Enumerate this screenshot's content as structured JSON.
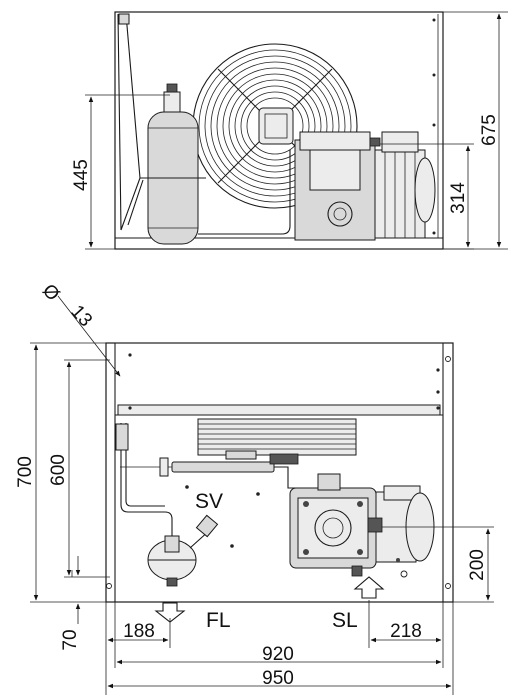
{
  "dimensions": {
    "height_total": "675",
    "height_receiver": "445",
    "height_compressor": "314",
    "diameter_symbol": "Ø",
    "hole_diameter": "13",
    "depth_total": "700",
    "depth_inner": "600",
    "offset_front": "70",
    "offset_fl": "188",
    "offset_sl_height": "200",
    "offset_sl_side": "218",
    "width_inner": "920",
    "width_total": "950"
  },
  "labels": {
    "sv": "SV",
    "fl": "FL",
    "sl": "SL"
  }
}
